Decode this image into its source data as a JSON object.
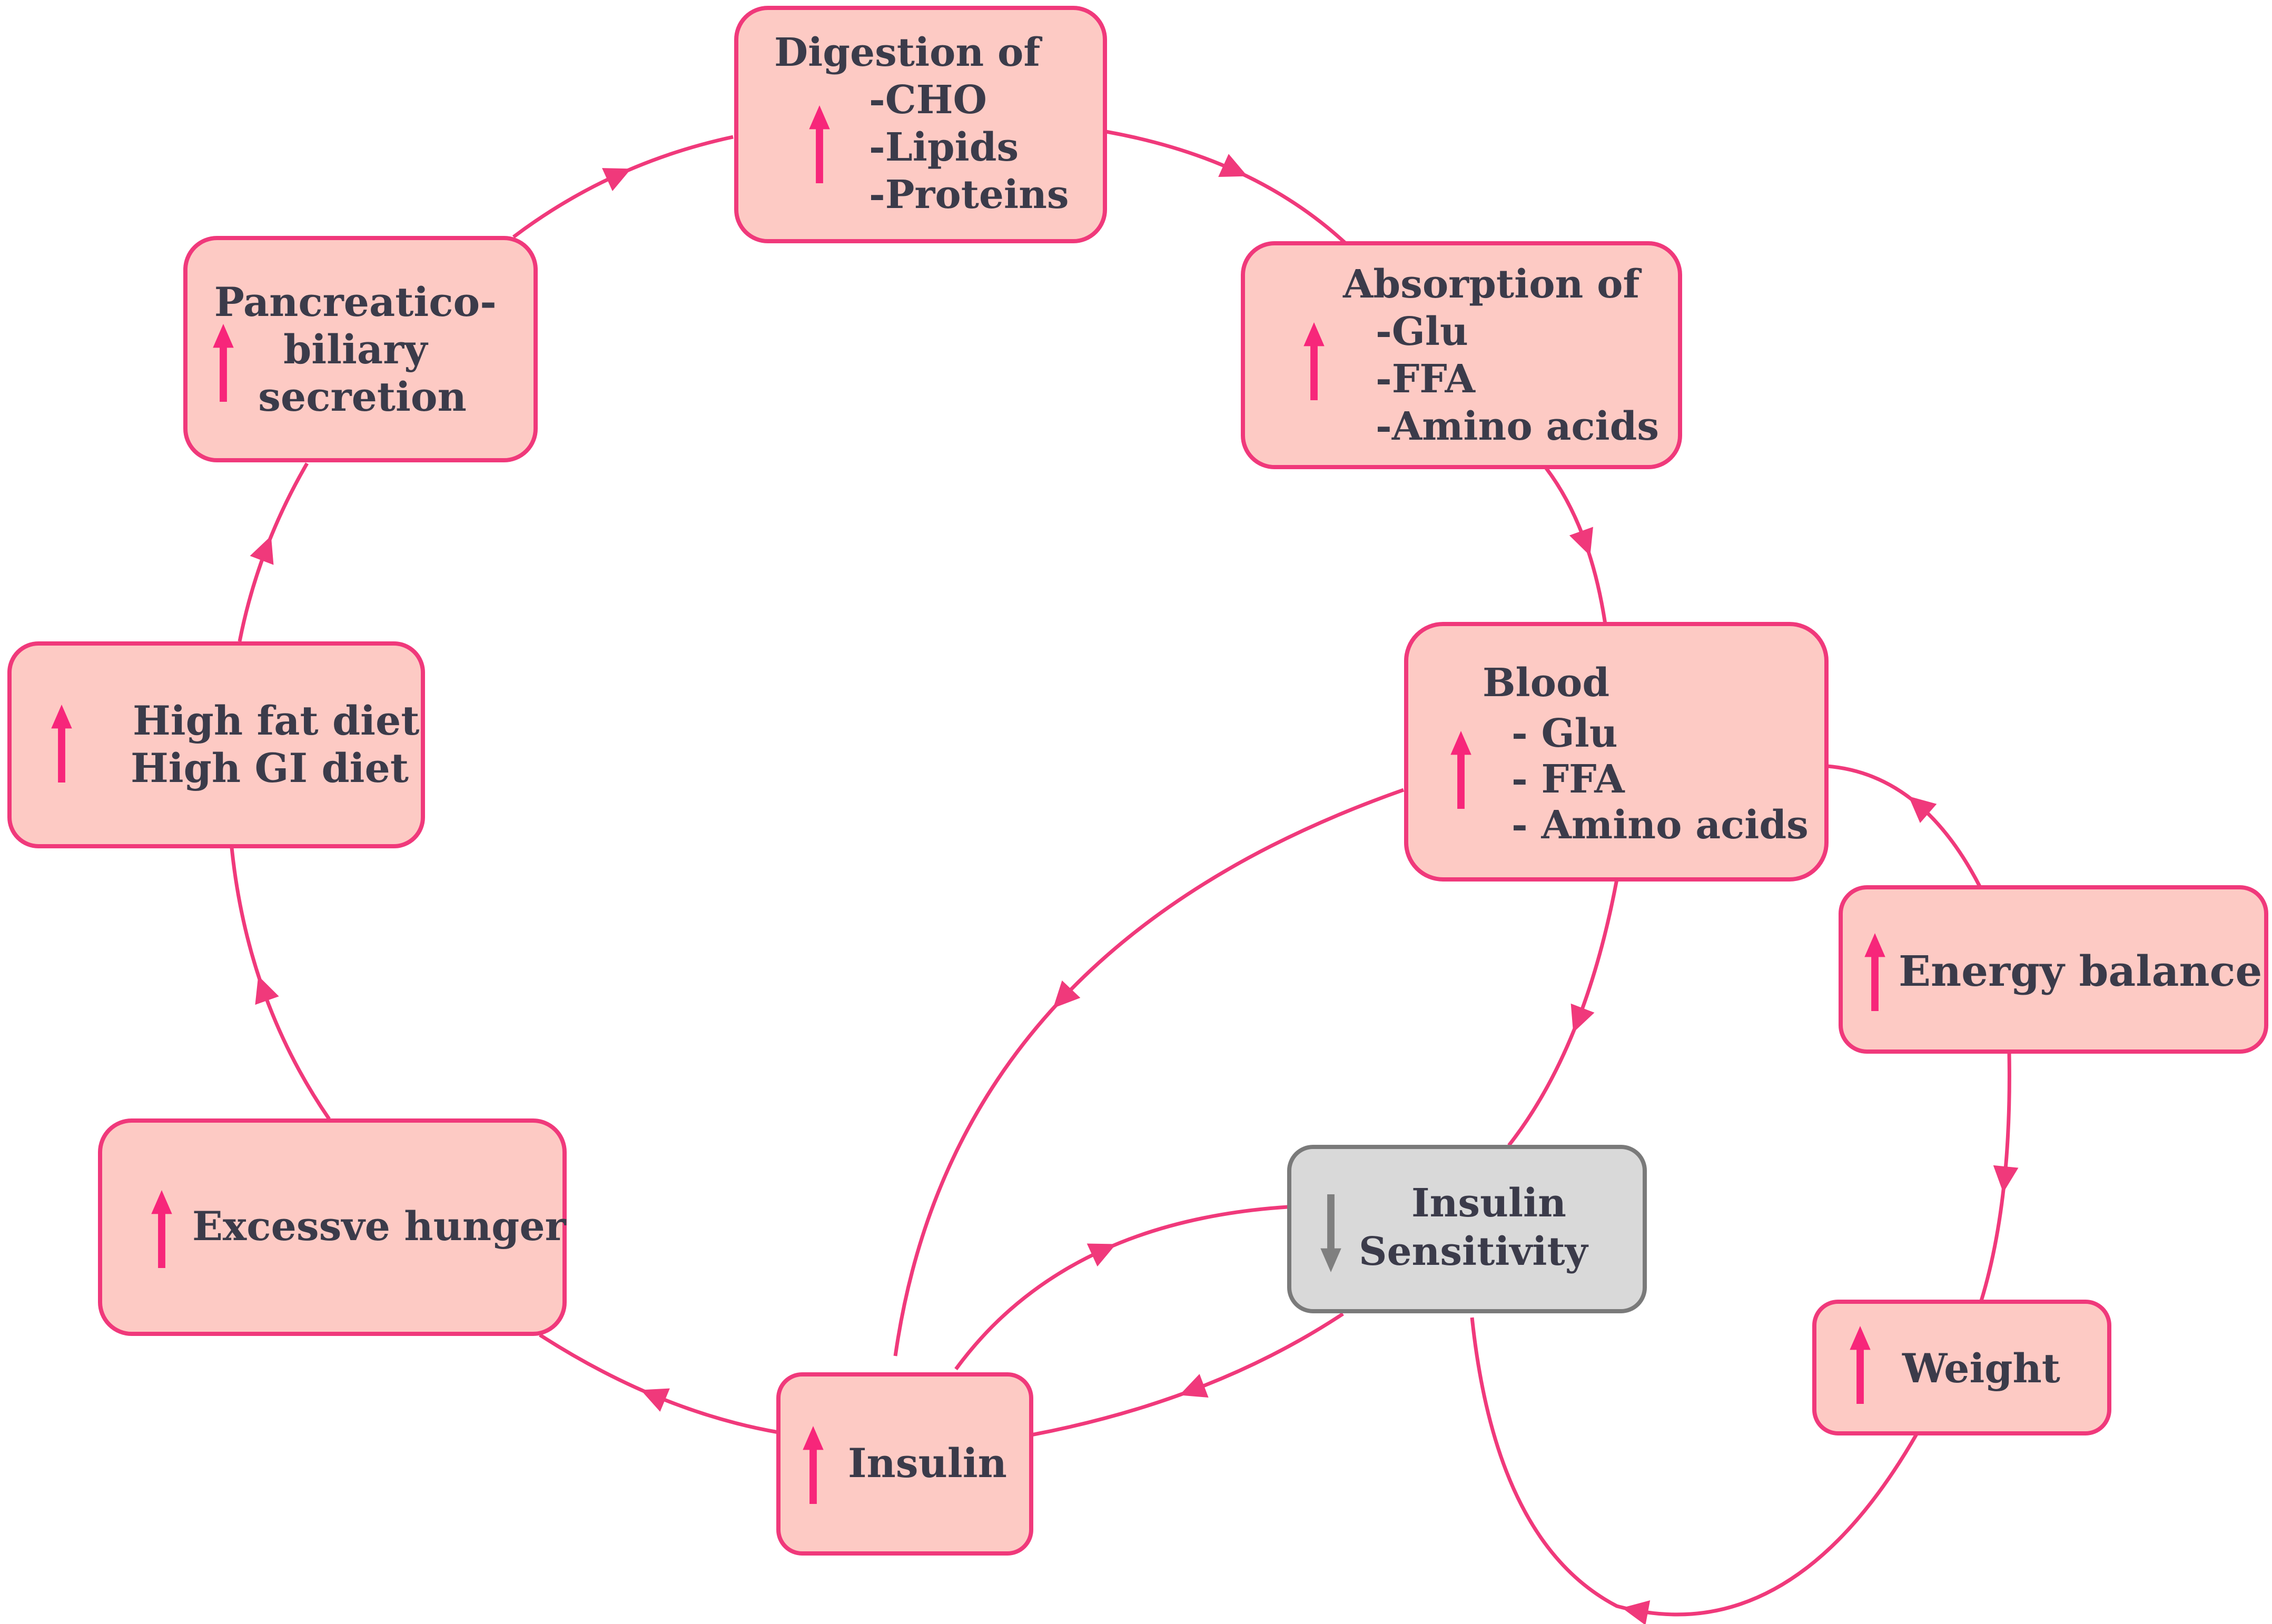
{
  "colors": {
    "node_fill": "#fdcac4",
    "node_stroke": "#f0397b",
    "gray_fill": "#d9d9d9",
    "gray_stroke": "#7a7a7a",
    "edge": "#f0397b",
    "up_arrow": "#f7267a",
    "down_arrow": "#7f7f7f",
    "text": "#3b3b4a"
  },
  "icons": {
    "increase": "up-arrow-icon",
    "decrease": "down-arrow-icon"
  },
  "nodes": {
    "digestion": {
      "title": "Digestion of",
      "items": [
        "-CHO",
        "-Lipids",
        "-Proteins"
      ],
      "indicator": "increase"
    },
    "absorption": {
      "title": "Absorption of",
      "items": [
        "-Glu",
        "-FFA",
        "-Amino acids"
      ],
      "indicator": "increase"
    },
    "blood": {
      "title": "Blood",
      "items": [
        "- Glu",
        "- FFA",
        "- Amino acids"
      ],
      "indicator": "increase"
    },
    "energy_balance": {
      "label": "Energy balance",
      "indicator": "increase"
    },
    "weight": {
      "label": "Weight",
      "indicator": "increase"
    },
    "insulin_sensitivity": {
      "lines": [
        "Insulin",
        "Sensitivity"
      ],
      "indicator": "decrease"
    },
    "insulin": {
      "label": "Insulin",
      "indicator": "increase"
    },
    "excessive_hunger": {
      "label": "Excessve hunger",
      "indicator": "increase"
    },
    "diet": {
      "lines": [
        "High fat diet",
        "High GI diet"
      ],
      "indicator": "increase"
    },
    "pancreatico": {
      "lines": [
        "Pancreatico-",
        "biliary",
        "secretion"
      ],
      "indicator": "increase"
    }
  },
  "edges": [
    {
      "from": "digestion",
      "to": "absorption"
    },
    {
      "from": "absorption",
      "to": "blood"
    },
    {
      "from": "blood",
      "to": "insulin"
    },
    {
      "from": "blood",
      "to": "insulin_sensitivity"
    },
    {
      "from": "energy_balance",
      "to": "blood"
    },
    {
      "from": "energy_balance",
      "to": "weight"
    },
    {
      "from": "weight",
      "to": "insulin_sensitivity"
    },
    {
      "from": "insulin_sensitivity",
      "to": "insulin"
    },
    {
      "from": "insulin",
      "to": "insulin_sensitivity"
    },
    {
      "from": "insulin",
      "to": "excessive_hunger"
    },
    {
      "from": "excessive_hunger",
      "to": "diet"
    },
    {
      "from": "diet",
      "to": "pancreatico"
    },
    {
      "from": "pancreatico",
      "to": "digestion"
    }
  ]
}
